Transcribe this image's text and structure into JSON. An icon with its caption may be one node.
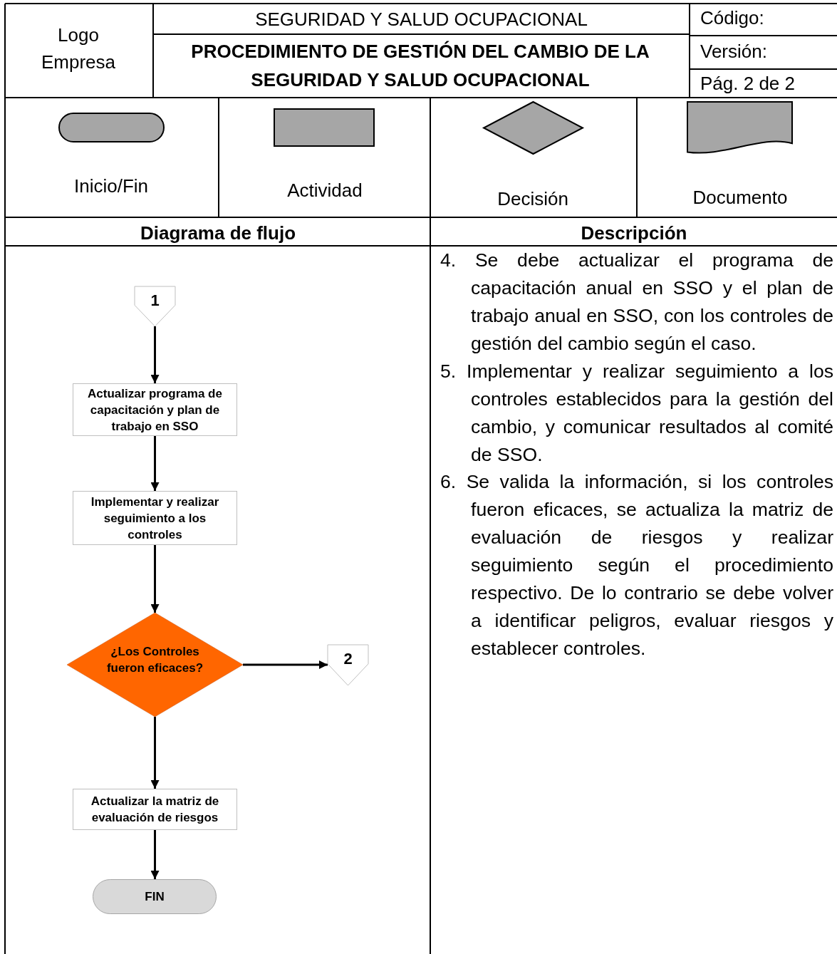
{
  "diagram": {
    "nodes": [
      {
        "text": [],
        "shape": "capsule",
        "beside": [
          "Inicio/Fin"
        ]
      },
      {
        "text": [],
        "shape": "box",
        "beside": [
          "Actividad"
        ]
      },
      {
        "text": [],
        "shape": "diamond",
        "beside": [
          "Decisión"
        ]
      },
      {
        "text": [],
        "shape": "document",
        "beside": [
          "Documento"
        ]
      },
      {
        "text": [
          "1"
        ]
      },
      {
        "text": [
          "Actualizar programa de capacitación y plan de trabajo en SSO"
        ]
      },
      {
        "text": [
          "Implementar y realizar seguimiento a los controles"
        ]
      },
      {
        "text": [
          "¿Los Controles fueron eficaces?"
        ]
      },
      {
        "text": [
          "2"
        ]
      },
      {
        "text": [
          "Actualizar la matriz de evaluación de riesgos"
        ]
      },
      {
        "text": [
          "FIN"
        ]
      }
    ],
    "edges": [
      {
        "from": 4,
        "to": 5,
        "arrow": "to"
      },
      {
        "from": 5,
        "to": 6,
        "arrow": "to"
      },
      {
        "from": 6,
        "to": 7,
        "arrow": "to"
      },
      {
        "from": 7,
        "to": 8,
        "arrow": "to"
      },
      {
        "from": 7,
        "to": 9,
        "arrow": "to"
      },
      {
        "from": 9,
        "to": 10,
        "arrow": "to"
      }
    ],
    "labels": [
      "Logo Empresa",
      "SEGURIDAD Y SALUD OCUPACIONAL",
      "Código:",
      "PROCEDIMIENTO DE GESTIÓN DEL CAMBIO DE LA SEGURIDAD Y SALUD OCUPACIONAL",
      "Versión:",
      "Pág. 2 de 2",
      "Diagrama de flujo",
      "Descripción",
      "4. Se debe actualizar el programa de capacitación anual en SSO y el plan de trabajo anual en SSO, con los controles de gestión del cambio según el caso.",
      "5. Implementar y realizar seguimiento a los controles establecidos para la gestión del cambio, y comunicar resultados al comité de SSO.",
      "6. Se valida la información, si los controles fueron eficaces, se actualiza la matriz de evaluación de riesgos y realizar seguimiento según el procedimiento respectivo. De lo contrario se debe volver a identificar peligros, evaluar riesgos y establecer controles."
    ]
  }
}
